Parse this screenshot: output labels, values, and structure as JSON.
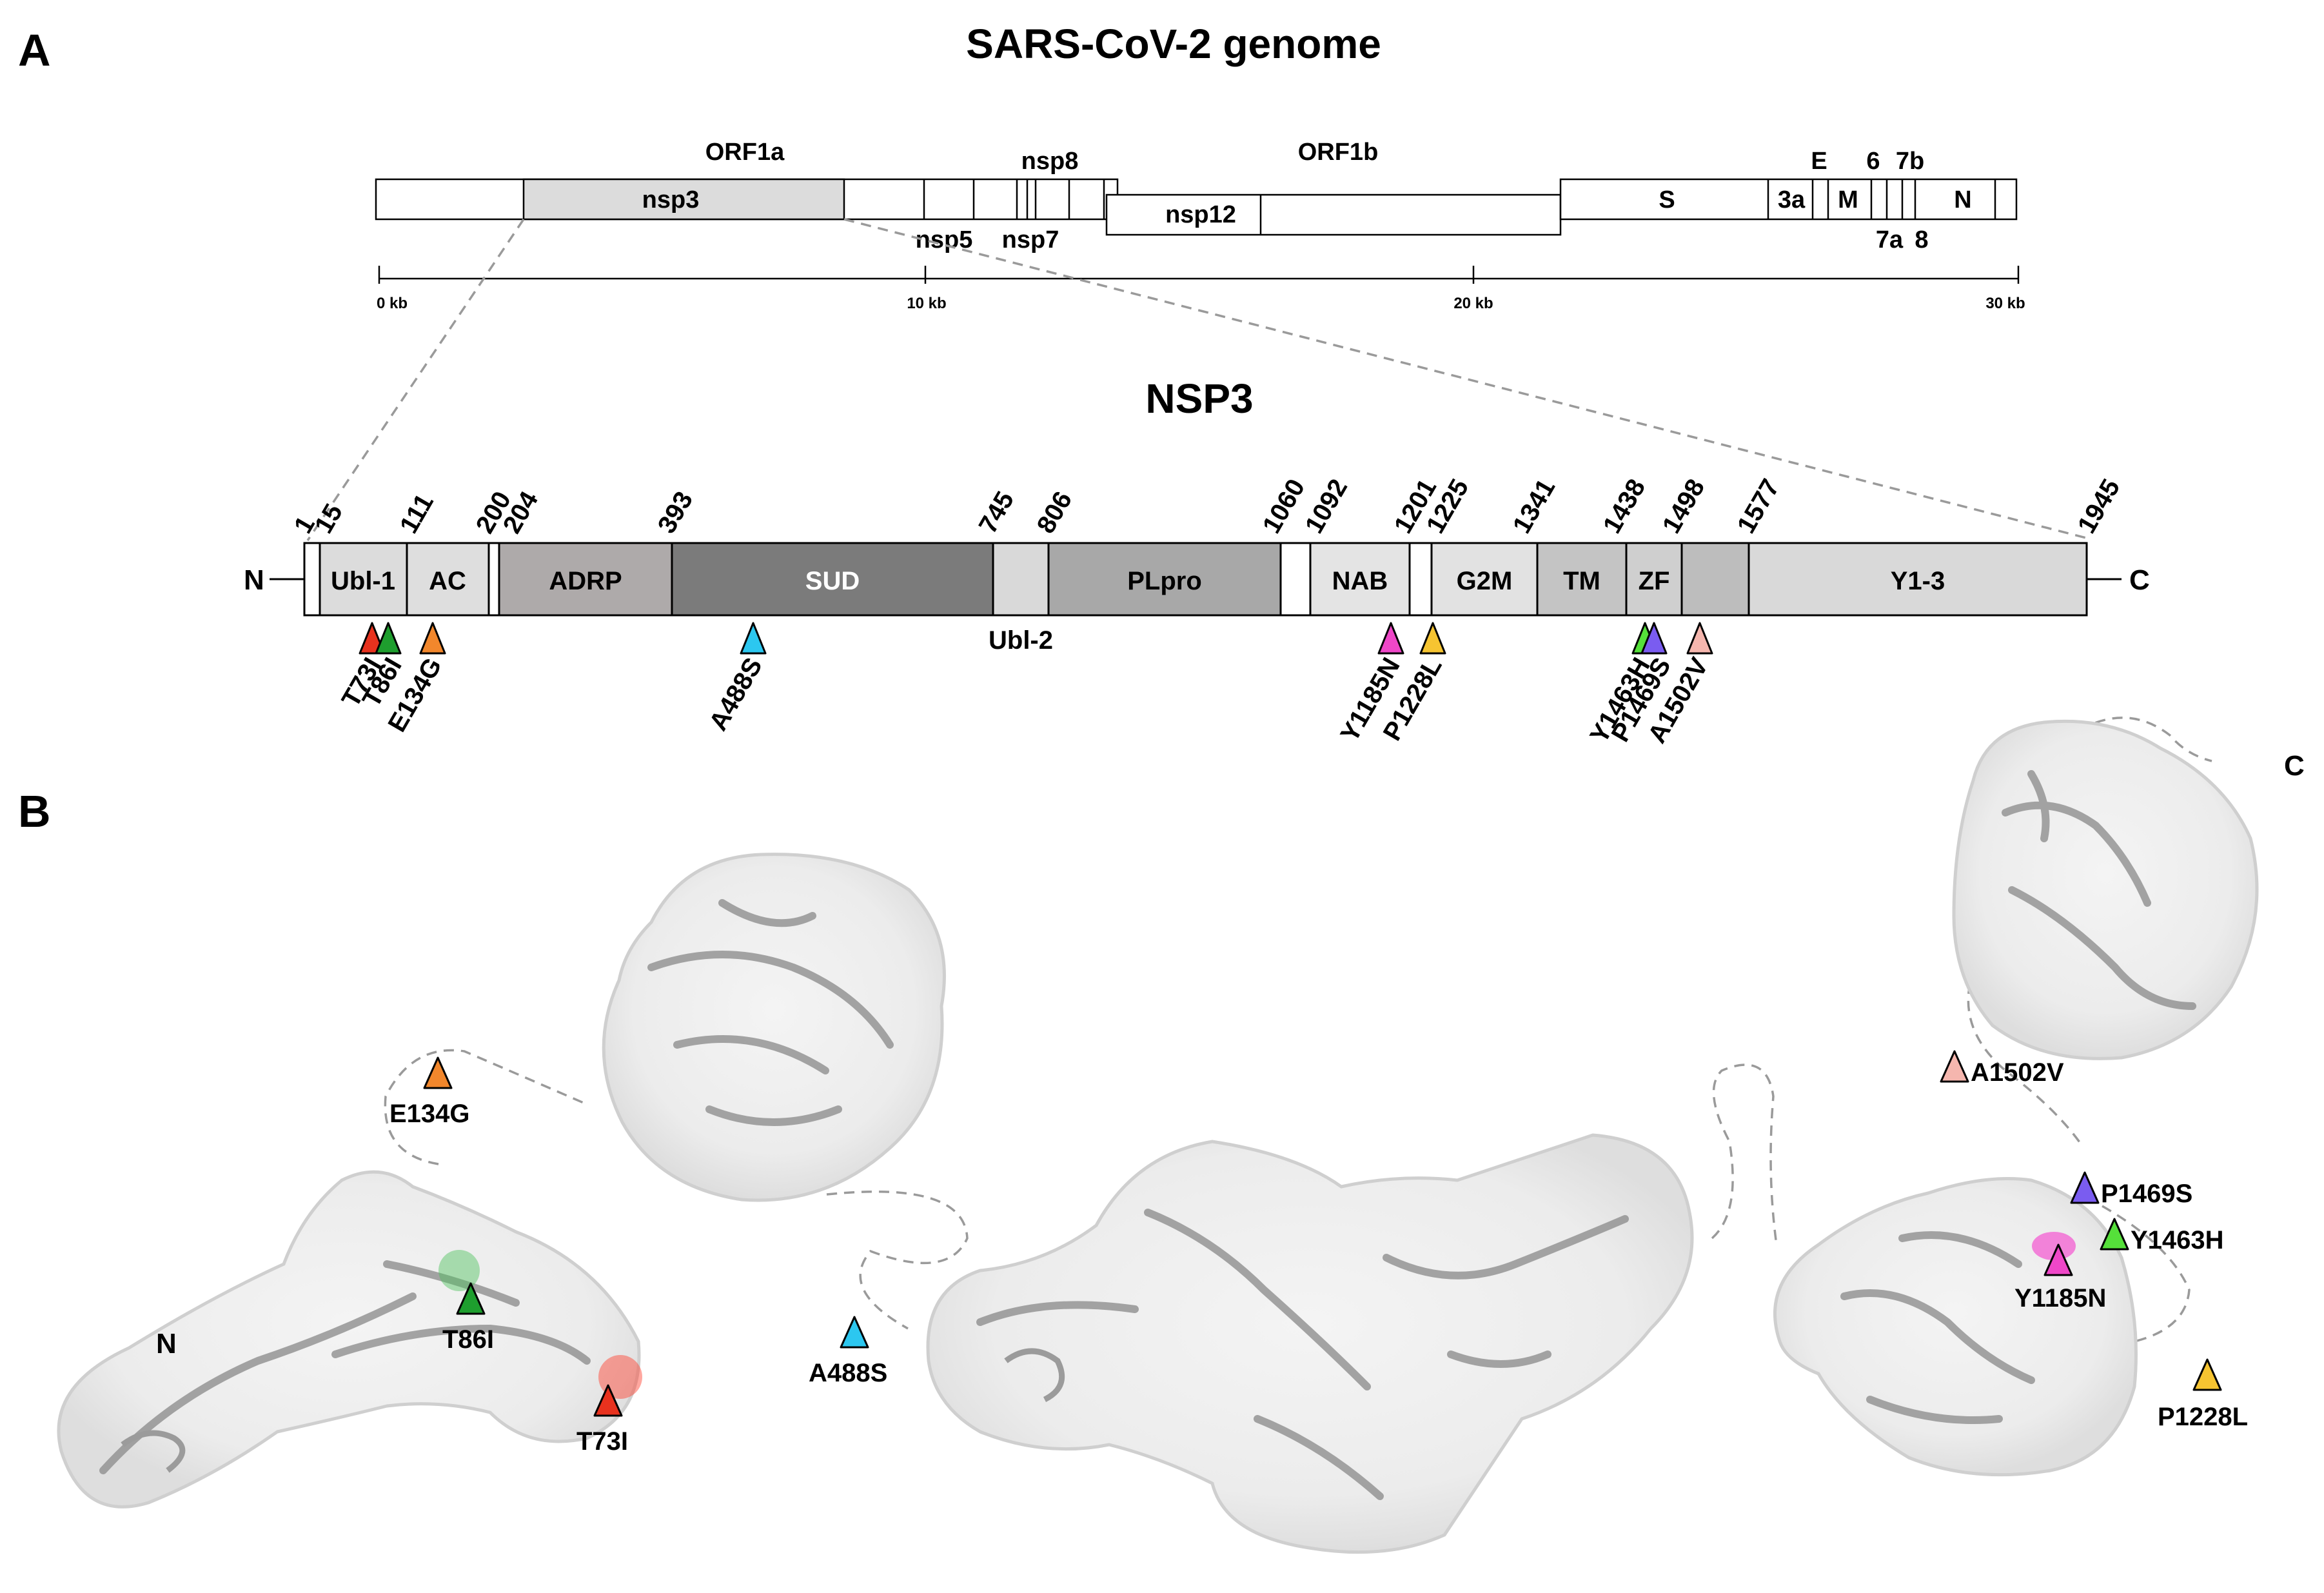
{
  "panel_a": {
    "label": "A"
  },
  "panel_b": {
    "label": "B"
  },
  "genome": {
    "title": "SARS-CoV-2 genome",
    "labels": {
      "orf1a": "ORF1a",
      "orf1b": "ORF1b",
      "nsp3": "nsp3",
      "nsp5": "nsp5",
      "nsp7": "nsp7",
      "nsp8": "nsp8",
      "nsp12": "nsp12",
      "S": "S",
      "3a": "3a",
      "E": "E",
      "M": "M",
      "6": "6",
      "7a": "7a",
      "7b": "7b",
      "8": "8",
      "N": "N"
    },
    "ticks": [
      "0 kb",
      "10 kb",
      "20 kb",
      "30 kb"
    ]
  },
  "nsp3": {
    "title": "NSP3",
    "n_term": "N",
    "c_term": "C",
    "positions": [
      "1",
      "15",
      "111",
      "200",
      "204",
      "393",
      "745",
      "806",
      "1060",
      "1092",
      "1201",
      "1225",
      "1341",
      "1438",
      "1498",
      "1577",
      "1945"
    ],
    "domains": {
      "ubl1": "Ubl-1",
      "ac": "AC",
      "adrp": "ADRP",
      "sud": "SUD",
      "ubl2": "Ubl-2",
      "plpro": "PLpro",
      "nab": "NAB",
      "g2m": "G2M",
      "tm": "TM",
      "zf": "ZF",
      "y13": "Y1-3"
    },
    "mutations": [
      "T73I",
      "T86I",
      "E134G",
      "A488S",
      "Y1185N",
      "P1228L",
      "Y1463H",
      "P1469S",
      "A1502V"
    ],
    "colors": {
      "T73I": "#e8321e",
      "T86I": "#1e9e2e",
      "E134G": "#f2872c",
      "A488S": "#2cc7f0",
      "Y1185N": "#ef47c8",
      "P1228L": "#f6c431",
      "Y1463H": "#55e03a",
      "P1469S": "#7a5cf0",
      "A1502V": "#f5b6ae"
    }
  },
  "structure": {
    "n_term": "N",
    "c_term": "C",
    "mutations": [
      "E134G",
      "T86I",
      "T73I",
      "A488S",
      "A1502V",
      "P1469S",
      "Y1463H",
      "Y1185N",
      "P1228L"
    ]
  }
}
